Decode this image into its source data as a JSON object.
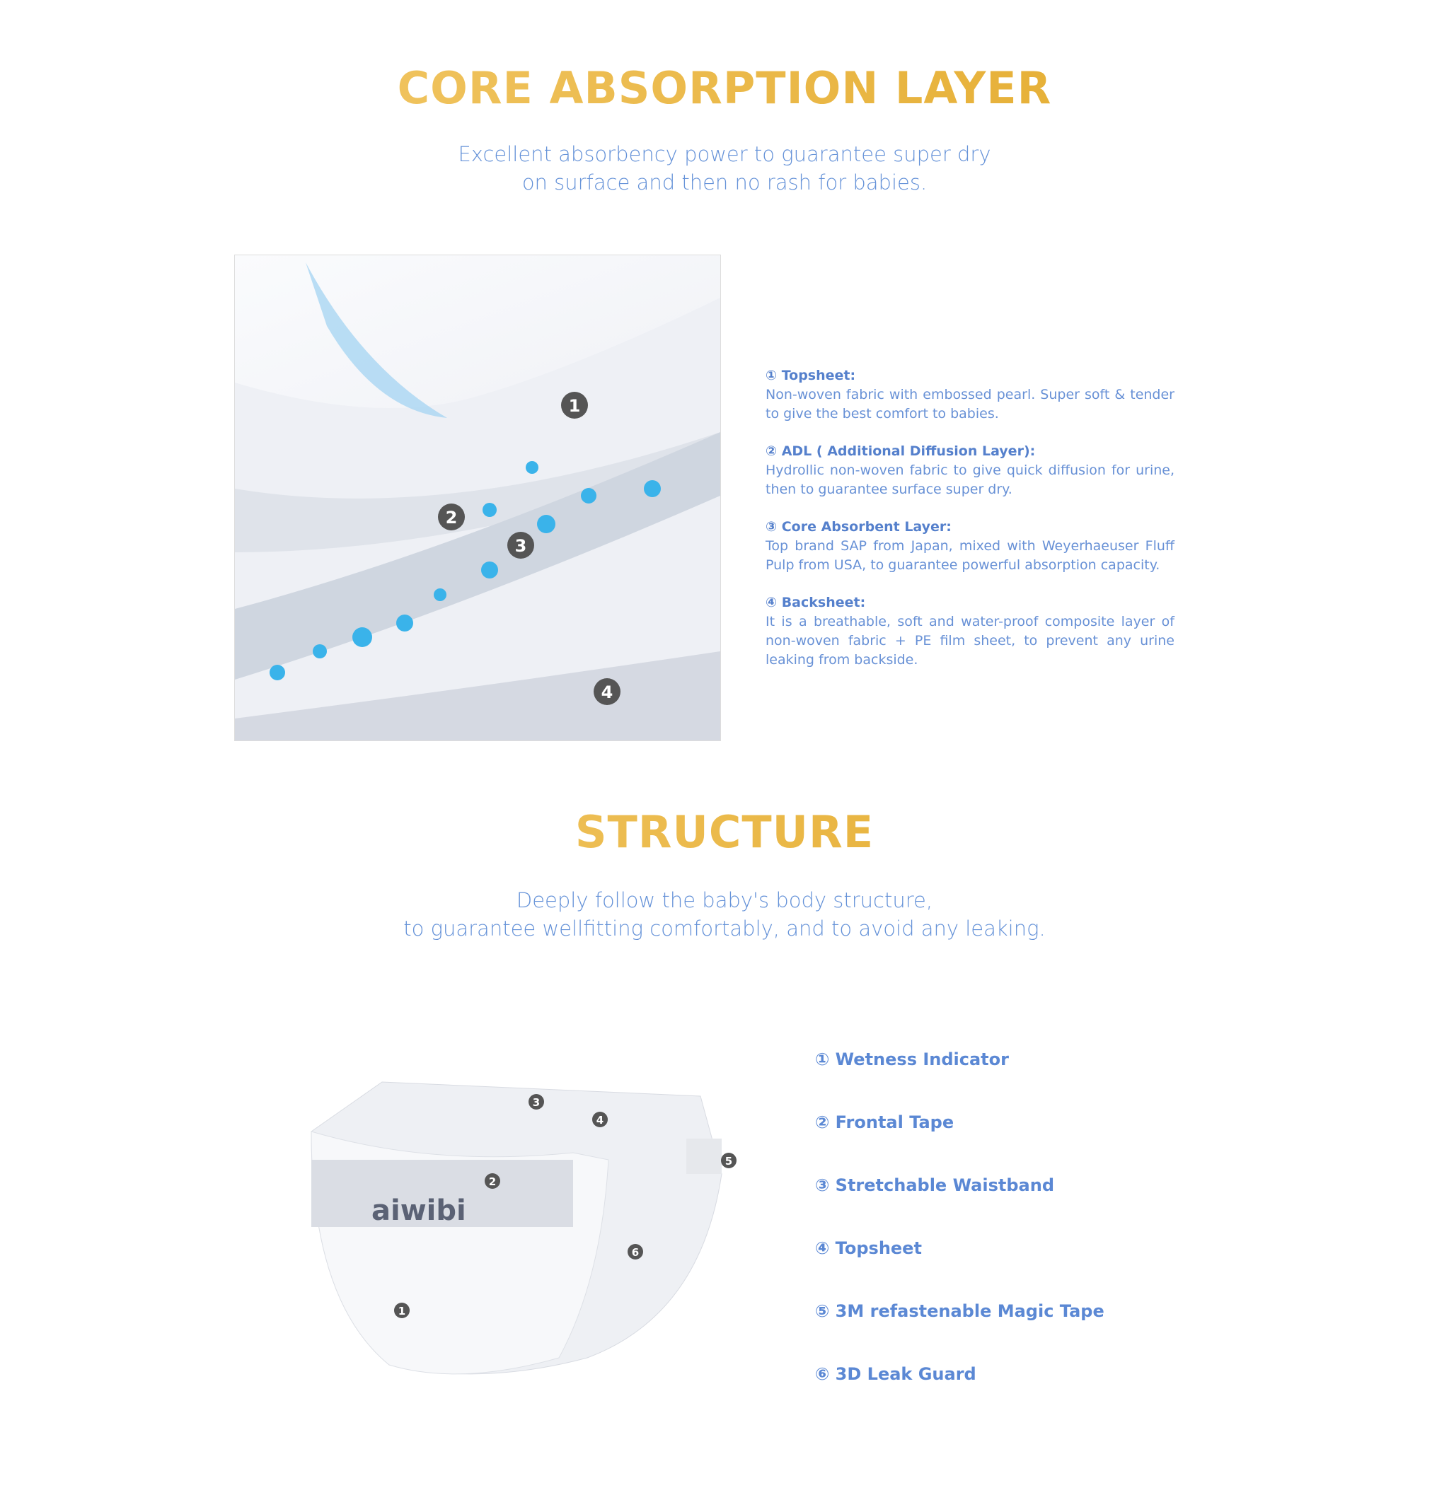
{
  "section1": {
    "title": "CORE ABSORPTION LAYER",
    "subtitle_line1": "Excellent absorbency power to guarantee super dry",
    "subtitle_line2": "on surface and then no rash for babies.",
    "layers": [
      {
        "heading": "① Topsheet:",
        "desc": "Non-woven fabric with embossed pearl. Super soft & tender to give the best comfort to babies."
      },
      {
        "heading": "② ADL ( Additional Diffusion Layer):",
        "desc": "Hydrollic non-woven fabric to give quick diffusion for urine, then to guarantee surface super dry."
      },
      {
        "heading": "③ Core Absorbent Layer:",
        "desc": "Top brand SAP from Japan, mixed with Weyerhaeuser Fluff Pulp from USA, to guarantee powerful absorption capacity."
      },
      {
        "heading": "④ Backsheet:",
        "desc": "It is a breathable, soft and water-proof composite layer of non-woven fabric + PE film sheet, to prevent any urine leaking from backside."
      }
    ],
    "markers": [
      "1",
      "2",
      "3",
      "4"
    ]
  },
  "section2": {
    "title": "STRUCTURE",
    "subtitle_line1": "Deeply follow the baby's body structure,",
    "subtitle_line2": "to guarantee wellfitting comfortably, and to avoid any leaking.",
    "brand": "aiwibi",
    "features": [
      "① Wetness Indicator",
      "② Frontal Tape",
      "③ Stretchable Waistband",
      "④ Topsheet",
      "⑤ 3M refastenable Magic Tape",
      "⑥ 3D Leak Guard"
    ],
    "markers": [
      "1",
      "2",
      "3",
      "4",
      "5",
      "6"
    ]
  }
}
